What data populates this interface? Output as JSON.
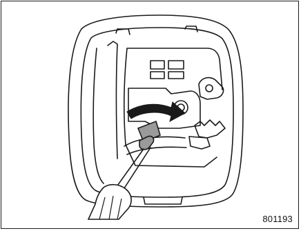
{
  "figure": {
    "code": "801193",
    "border_color": "#1a1a1a",
    "line_color": "#1a1a1a",
    "fill_gray": "#9a9a9a",
    "background": "#ffffff",
    "components": [
      "fuel-filler-lid-housing",
      "lid-hinge-bracket",
      "lock-lever",
      "screwdriver",
      "rotation-arrow"
    ]
  }
}
